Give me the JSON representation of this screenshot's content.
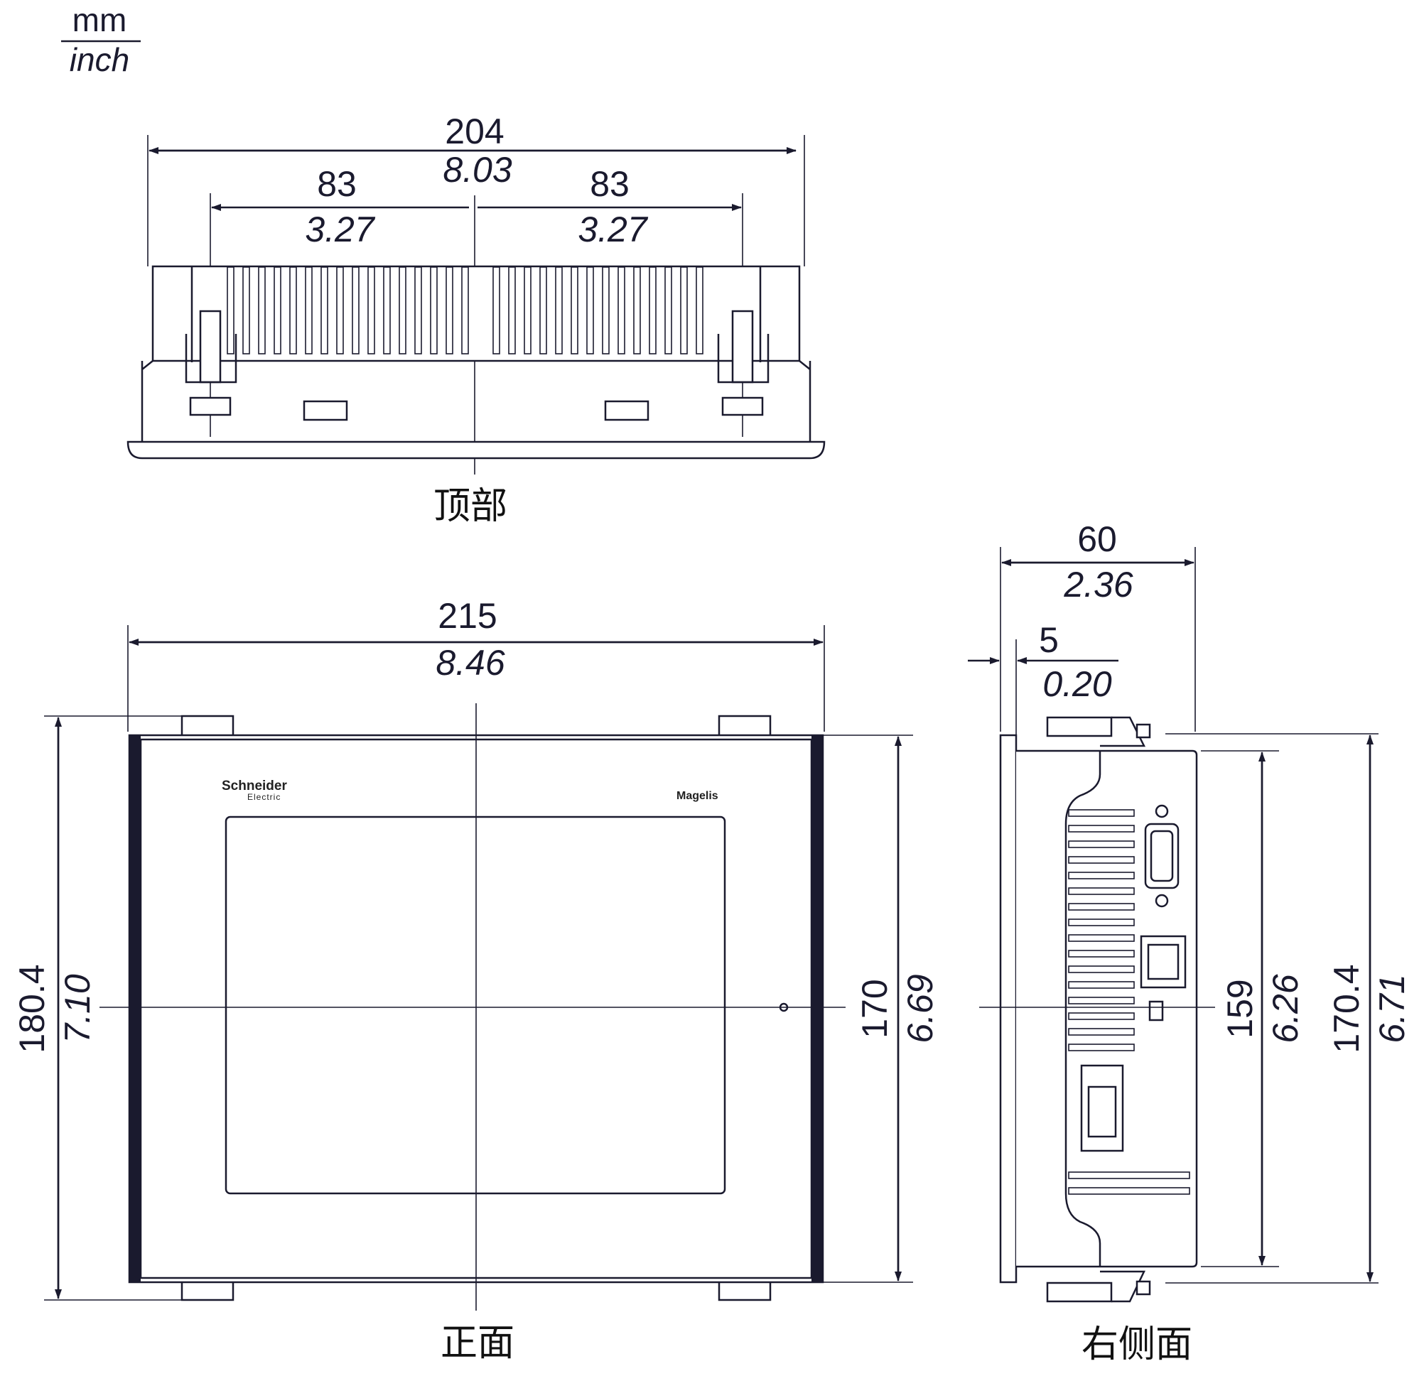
{
  "units": {
    "primary": "mm",
    "secondary": "inch"
  },
  "top_view": {
    "label": "顶部",
    "overall": {
      "mm": "204",
      "inch": "8.03"
    },
    "left_clip": {
      "mm": "83",
      "inch": "3.27"
    },
    "right_clip": {
      "mm": "83",
      "inch": "3.27"
    }
  },
  "front_view": {
    "label": "正面",
    "width": {
      "mm": "215",
      "inch": "8.46"
    },
    "height_total": {
      "mm": "180.4",
      "inch": "7.10"
    },
    "height_bezel": {
      "mm": "170",
      "inch": "6.69"
    },
    "brand_left": "Schneider",
    "brand_left_sub": "Electric",
    "brand_right": "Magelis"
  },
  "side_view": {
    "label": "右侧面",
    "depth": {
      "mm": "60",
      "inch": "2.36"
    },
    "bezel_thickness": {
      "mm": "5",
      "inch": "0.20"
    },
    "body_height": {
      "mm": "159",
      "inch": "6.26"
    },
    "total_height": {
      "mm": "170.4",
      "inch": "6.71"
    }
  },
  "colors": {
    "line": "#1a1a2e",
    "background": "#ffffff"
  }
}
